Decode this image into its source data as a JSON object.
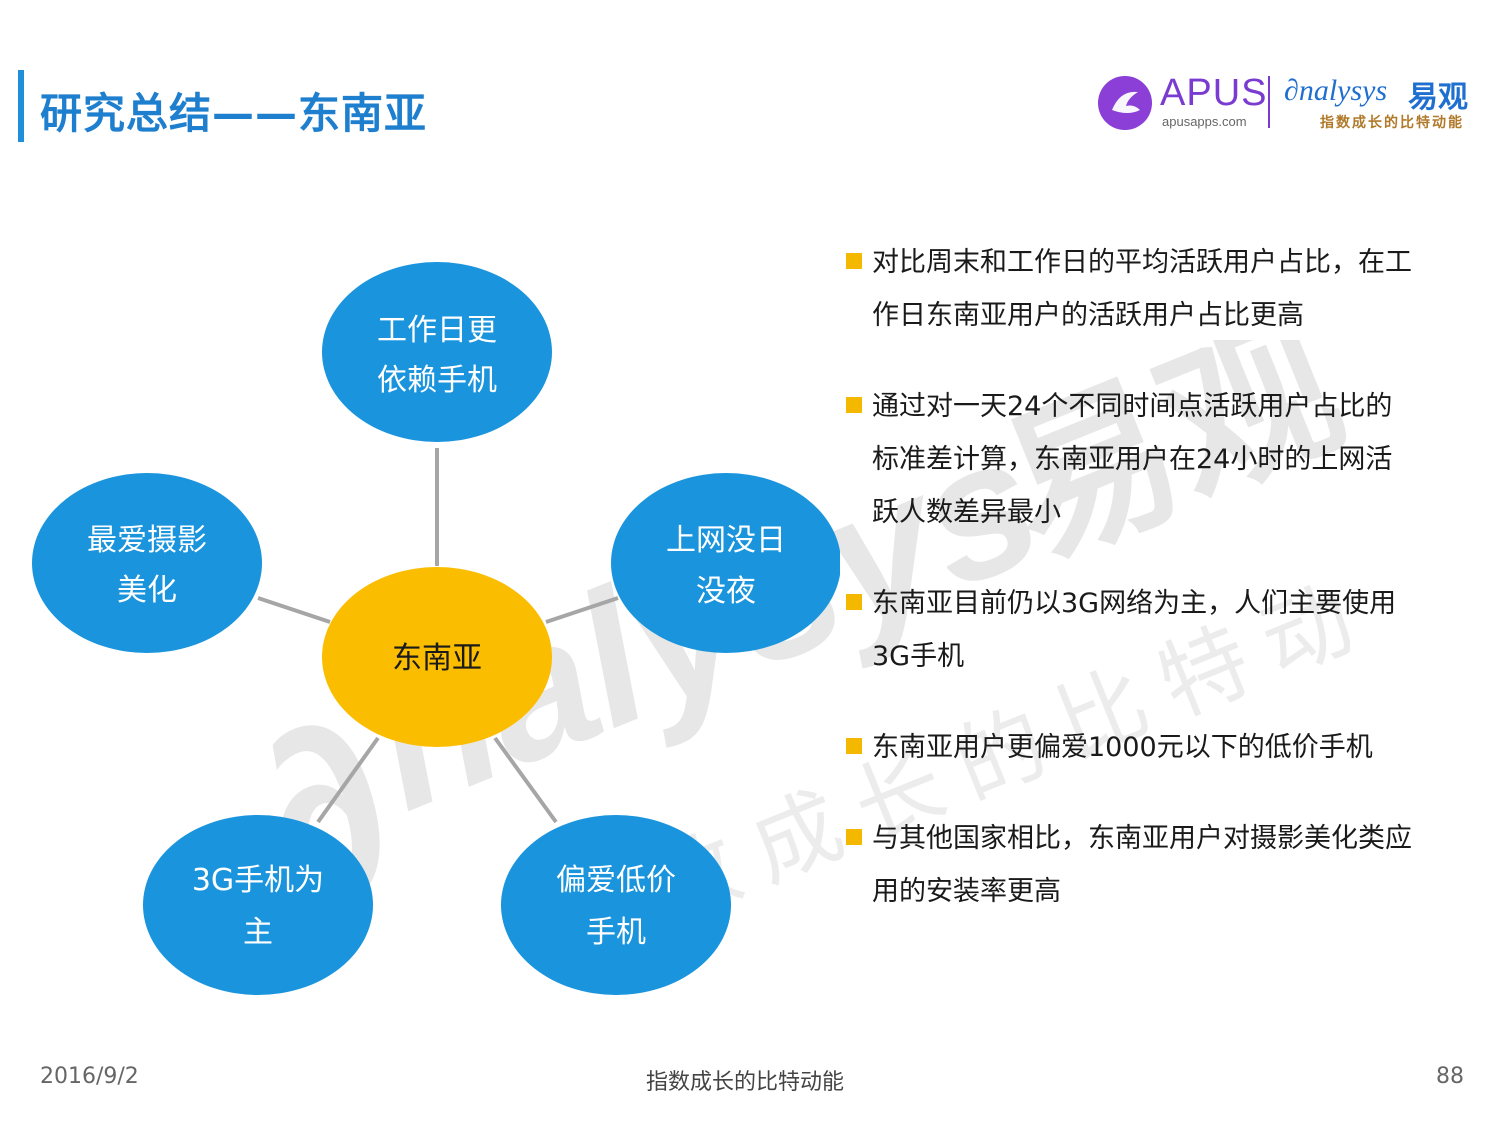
{
  "header": {
    "title": "研究总结——东南亚"
  },
  "logo": {
    "apus": "APUS",
    "apus_url": "apusapps.com",
    "analysys": "nalysys",
    "analysys_mark": "∂",
    "yiguan": "易观",
    "slogan": "指数成长的比特动能"
  },
  "watermark": {
    "word": "nalysys",
    "mark": "∂",
    "cn": "易观",
    "slogan": "指数成长的比特动能"
  },
  "diagram": {
    "center": "东南亚",
    "nodes": [
      {
        "line1": "工作日更",
        "line2": "依赖手机"
      },
      {
        "line1": "上网没日",
        "line2": "没夜"
      },
      {
        "line1": "偏爱低价",
        "line2": "手机"
      },
      {
        "line1": "3G手机为",
        "line2": "主"
      },
      {
        "line1": "最爱摄影",
        "line2": "美化"
      }
    ],
    "colors": {
      "node": "#1a94dc",
      "center": "#fbbd00",
      "connector": "#a6a6a6"
    }
  },
  "bullets": [
    {
      "lines": [
        "对比周末和工作日的平均活跃用户占比，在工",
        "作日东南亚用户的活跃用户占比更高"
      ]
    },
    {
      "lines": [
        "通过对一天24个不同时间点活跃用户占比的",
        "标准差计算，东南亚用户在24小时的上网活",
        "跃人数差异最小"
      ]
    },
    {
      "lines": [
        "东南亚目前仍以3G网络为主，人们主要使用",
        "3G手机"
      ]
    },
    {
      "lines": [
        "东南亚用户更偏爱1000元以下的低价手机"
      ]
    },
    {
      "lines": [
        "与其他国家相比，东南亚用户对摄影美化类应",
        "用的安装率更高"
      ]
    }
  ],
  "footer": {
    "date": "2016/9/2",
    "slogan": "指数成长的比特动能",
    "page": "88"
  }
}
